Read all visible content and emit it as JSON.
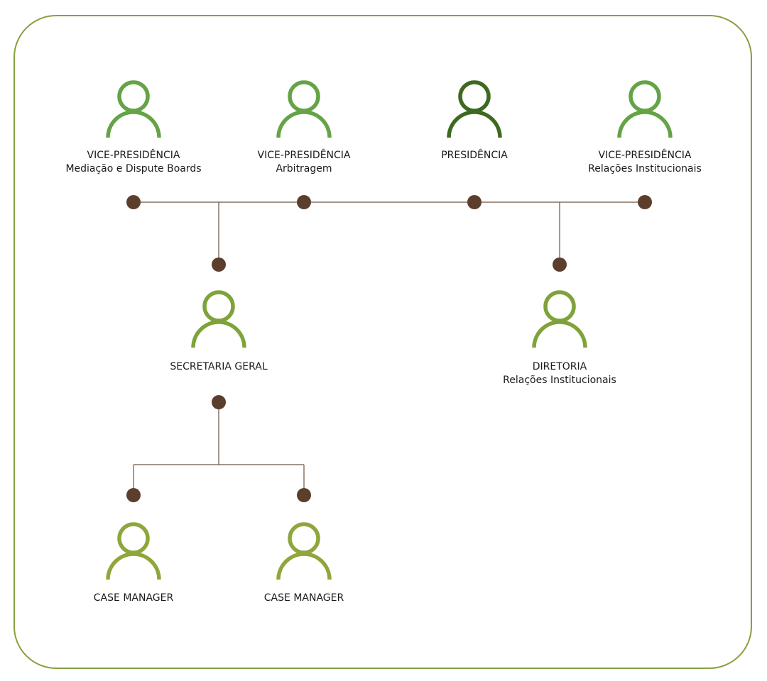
{
  "colors": {
    "frame": "#87A040",
    "connector": "#6B5443",
    "node_dot": "#5B3E2B",
    "vice_icon": "#64A346",
    "president_icon": "#3D6A1F",
    "sub_icon": "#7FA33A",
    "case_icon": "#8FA63B"
  },
  "nodes": {
    "vp_mediacao": {
      "title": "VICE-PRESIDÊNCIA",
      "subtitle": "Mediação e Dispute Boards",
      "icon": "person-icon"
    },
    "vp_arbitragem": {
      "title": "VICE-PRESIDÊNCIA",
      "subtitle": "Arbitragem",
      "icon": "person-icon"
    },
    "presidencia": {
      "title": "PRESIDÊNCIA",
      "icon": "person-icon"
    },
    "vp_relacoes": {
      "title": "VICE-PRESIDÊNCIA",
      "subtitle": "Relações Institucionais",
      "icon": "person-icon"
    },
    "secretaria": {
      "title": "SECRETARIA GERAL",
      "icon": "person-icon"
    },
    "diretoria": {
      "title": "DIRETORIA",
      "subtitle": "Relações Institucionais",
      "icon": "person-icon"
    },
    "case_manager_1": {
      "title": "CASE MANAGER",
      "icon": "person-icon"
    },
    "case_manager_2": {
      "title": "CASE MANAGER",
      "icon": "person-icon"
    }
  }
}
